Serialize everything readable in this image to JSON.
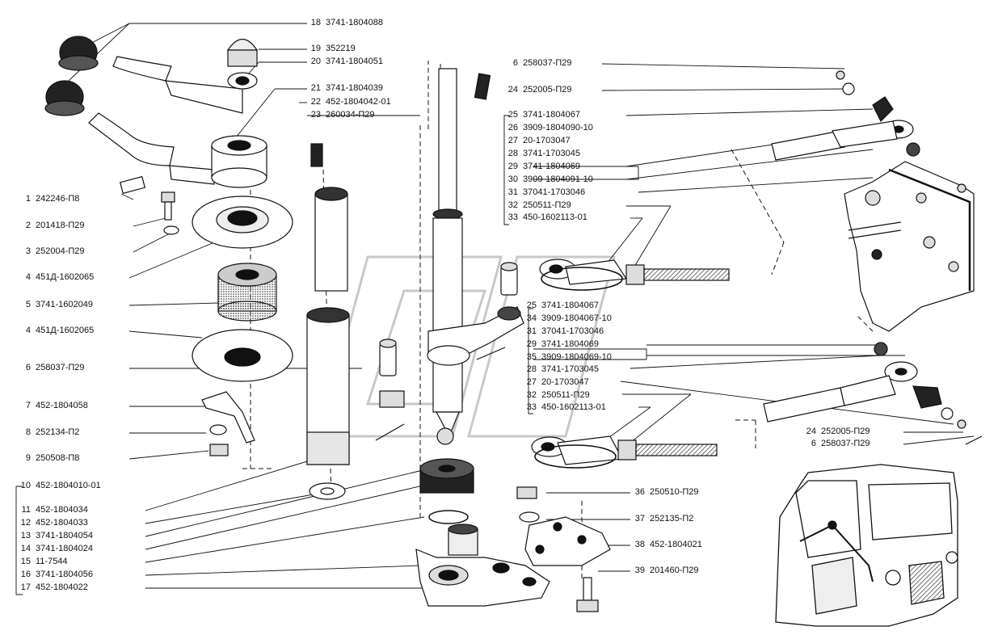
{
  "callouts": [
    {
      "n": "18",
      "p": "3741-1804088"
    },
    {
      "n": "19",
      "p": "352219"
    },
    {
      "n": "20",
      "p": "3741-1804051"
    },
    {
      "n": "21",
      "p": "3741-1804039"
    },
    {
      "n": "22",
      "p": "452-1804042-01"
    },
    {
      "n": "23",
      "p": "260034-П29"
    },
    {
      "n": "1",
      "p": "242246-П8"
    },
    {
      "n": "2",
      "p": "201418-П29"
    },
    {
      "n": "3",
      "p": "252004-П29"
    },
    {
      "n": "4",
      "p": "451Д-1602065"
    },
    {
      "n": "5",
      "p": "3741-1602049"
    },
    {
      "n": "4",
      "p": "451Д-1602065"
    },
    {
      "n": "6",
      "p": "258037-П29"
    },
    {
      "n": "7",
      "p": "452-1804058"
    },
    {
      "n": "8",
      "p": "252134-П2"
    },
    {
      "n": "9",
      "p": "250508-П8"
    },
    {
      "n": "10",
      "p": "452-1804010-01"
    },
    {
      "n": "11",
      "p": "452-1804034"
    },
    {
      "n": "12",
      "p": "452-1804033"
    },
    {
      "n": "13",
      "p": "3741-1804054"
    },
    {
      "n": "14",
      "p": "3741-1804024"
    },
    {
      "n": "15",
      "p": "11-7544"
    },
    {
      "n": "16",
      "p": "3741-1804056"
    },
    {
      "n": "17",
      "p": "452-1804022"
    },
    {
      "n": "6",
      "p": "258037-П29"
    },
    {
      "n": "24",
      "p": "252005-П29"
    },
    {
      "n": "25",
      "p": "3741-1804067"
    },
    {
      "n": "26",
      "p": "3909-1804090-10"
    },
    {
      "n": "27",
      "p": "20-1703047"
    },
    {
      "n": "28",
      "p": "3741-1703045"
    },
    {
      "n": "29",
      "p": "3741-1804069"
    },
    {
      "n": "30",
      "p": "3909-1804091-10"
    },
    {
      "n": "31",
      "p": "37041-1703046"
    },
    {
      "n": "32",
      "p": "250511-П29"
    },
    {
      "n": "33",
      "p": "450-1602113-01"
    },
    {
      "n": "25",
      "p": "3741-1804067"
    },
    {
      "n": "34",
      "p": "3909-1804067-10"
    },
    {
      "n": "31",
      "p": "37041-1703046"
    },
    {
      "n": "29",
      "p": "3741-1804069"
    },
    {
      "n": "35",
      "p": "3909-1804069-10"
    },
    {
      "n": "28",
      "p": "3741-1703045"
    },
    {
      "n": "27",
      "p": "20-1703047"
    },
    {
      "n": "32",
      "p": "250511-П29"
    },
    {
      "n": "33",
      "p": "450-1602113-01"
    },
    {
      "n": "24",
      "p": "252005-П29"
    },
    {
      "n": "6",
      "p": "258037-П29"
    },
    {
      "n": "36",
      "p": "250510-П29"
    },
    {
      "n": "37",
      "p": "252135-П2"
    },
    {
      "n": "38",
      "p": "452-1804021"
    },
    {
      "n": "39",
      "p": "201460-П29"
    }
  ]
}
